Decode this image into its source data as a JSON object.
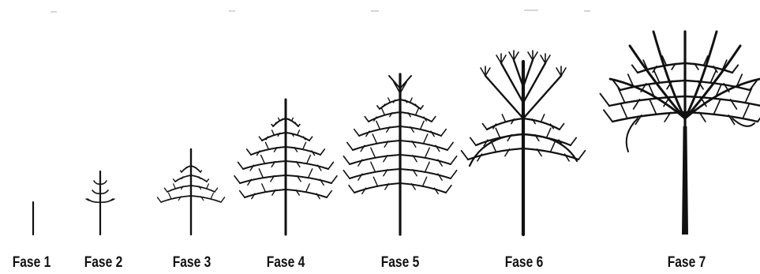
{
  "phases": [
    {
      "label": "Fase 1",
      "stage": 1
    },
    {
      "label": "Fase 2",
      "stage": 2
    },
    {
      "label": "Fase 3",
      "stage": 3
    },
    {
      "label": "Fase 4",
      "stage": 4
    },
    {
      "label": "Fase 5",
      "stage": 5
    },
    {
      "label": "Fase 6",
      "stage": 6
    },
    {
      "label": "Fase 7",
      "stage": 7
    }
  ],
  "colors": {
    "ink": "#111111",
    "background": "#ffffff"
  }
}
